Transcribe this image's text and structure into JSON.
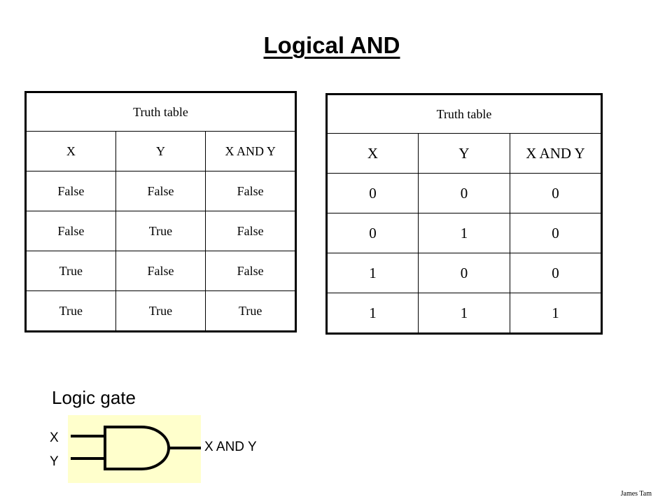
{
  "title": "Logical AND",
  "table_boolean": {
    "caption": "Truth table",
    "headers": [
      "X",
      "Y",
      "X AND Y"
    ],
    "rows": [
      [
        "False",
        "False",
        "False"
      ],
      [
        "False",
        "True",
        "False"
      ],
      [
        "True",
        "False",
        "False"
      ],
      [
        "True",
        "True",
        "True"
      ]
    ]
  },
  "table_numeric": {
    "caption": "Truth table",
    "headers": [
      "X",
      "Y",
      "X AND Y"
    ],
    "rows": [
      [
        "0",
        "0",
        "0"
      ],
      [
        "0",
        "1",
        "0"
      ],
      [
        "1",
        "0",
        "0"
      ],
      [
        "1",
        "1",
        "1"
      ]
    ]
  },
  "logic_gate": {
    "label": "Logic gate",
    "input_x": "X",
    "input_y": "Y",
    "output": "X AND Y",
    "background_color": "#ffffcc"
  },
  "author": "James Tam"
}
